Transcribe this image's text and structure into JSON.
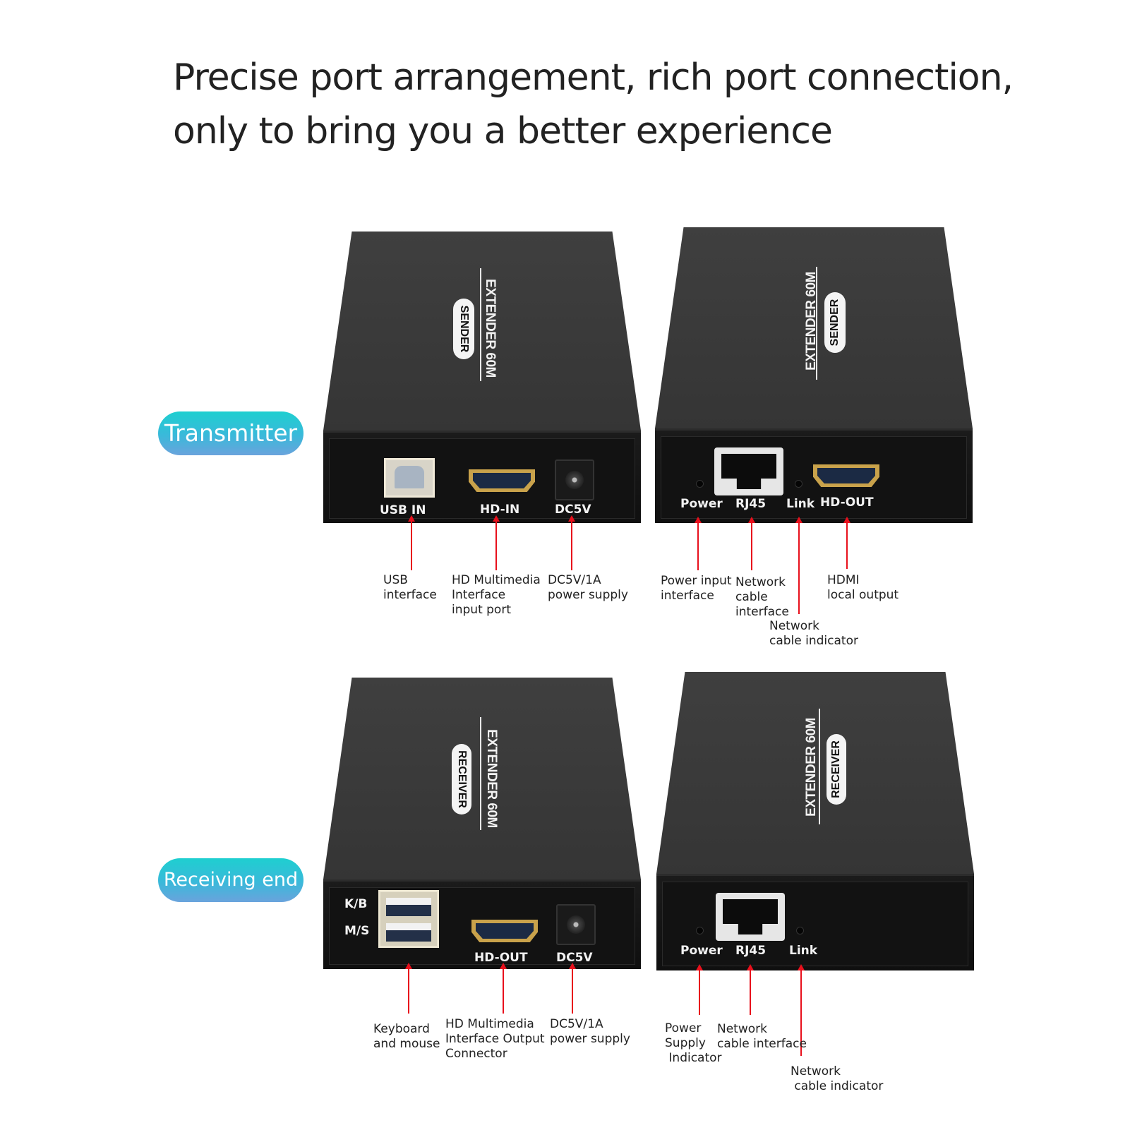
{
  "headline": {
    "line1": "Precise port arrangement, rich port connection,",
    "line2": "only to bring you a better experience"
  },
  "colors": {
    "pill_gradient_top": "#1ecfd0",
    "pill_gradient_bottom": "#6aa3dc",
    "arrow": "#e8101c",
    "device_body": "#3a3a3a"
  },
  "sections": {
    "transmitter": {
      "label": "Transmitter",
      "unit_left": {
        "brand": "EXTENDER 60M",
        "badge": "SENDER",
        "ports": [
          "USB IN",
          "HD-IN",
          "DC5V"
        ],
        "callouts": [
          "USB\ninterface",
          "HD Multimedia\nInterface\ninput port",
          "DC5V/1A\npower supply"
        ]
      },
      "unit_right": {
        "brand": "EXTENDER 60M",
        "badge": "SENDER",
        "ports": [
          "Power",
          "RJ45",
          "Link",
          "HD-OUT"
        ],
        "callouts": [
          "Power input\ninterface",
          "Network\ncable\ninterface",
          "Network\ncable indicator",
          "HDMI\nlocal output"
        ]
      }
    },
    "receiver": {
      "label": "Receiving end",
      "unit_left": {
        "brand": "EXTENDER 60M",
        "badge": "RECEIVER",
        "usb_labels": [
          "K/B",
          "M/S"
        ],
        "ports": [
          "HD-OUT",
          "DC5V"
        ],
        "callouts": [
          "Keyboard\nand mouse",
          "HD Multimedia\nInterface Output\nConnector",
          "DC5V/1A\npower supply"
        ]
      },
      "unit_right": {
        "brand": "EXTENDER 60M",
        "badge": "RECEIVER",
        "ports": [
          "Power",
          "RJ45",
          "Link"
        ],
        "callouts": [
          "Power\nSupply\n Indicator",
          "Network\ncable interface",
          "Network\n cable indicator"
        ]
      }
    }
  }
}
